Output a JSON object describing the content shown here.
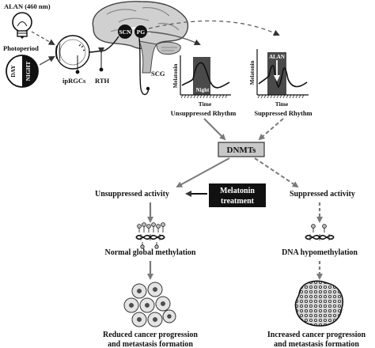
{
  "inputs": {
    "alan": "ALAN (460 nm)",
    "photoperiod": "Photoperiod",
    "day": "DAY",
    "night": "NIGHT"
  },
  "anatomy": {
    "iprgcs": "ipRGCs",
    "rth": "RTH",
    "scn": "SCN",
    "pg": "PG",
    "scg": "SCG"
  },
  "rhythms": {
    "unsuppressed": {
      "ylabel": "Melatonin",
      "xlabel": "Time",
      "night_label": "Night",
      "caption": "Unsuppressed Rhythm"
    },
    "suppressed": {
      "ylabel": "Melatonin",
      "xlabel": "Time",
      "alan_label": "ALAN",
      "caption": "Suppressed Rhythm"
    }
  },
  "flow": {
    "dnmts": "DNMTs",
    "unsuppressed_activity": "Unsuppressed activity",
    "suppressed_activity": "Suppressed activity",
    "treatment_line1": "Melatonin",
    "treatment_line2": "treatment",
    "left_methylation": "Normal global methylation",
    "right_methylation": "DNA hypomethylation",
    "left_outcome_line1": "Reduced cancer progression",
    "left_outcome_line2": "and metastasis formation",
    "right_outcome_line1": "Increased cancer progression",
    "right_outcome_line2": "and metastasis formation"
  },
  "colors": {
    "night_panel": "#4a4a4a",
    "dnmt_box": "#c8c8c8",
    "arrow": "#7a7a7a",
    "treatment_box": "#111111"
  }
}
